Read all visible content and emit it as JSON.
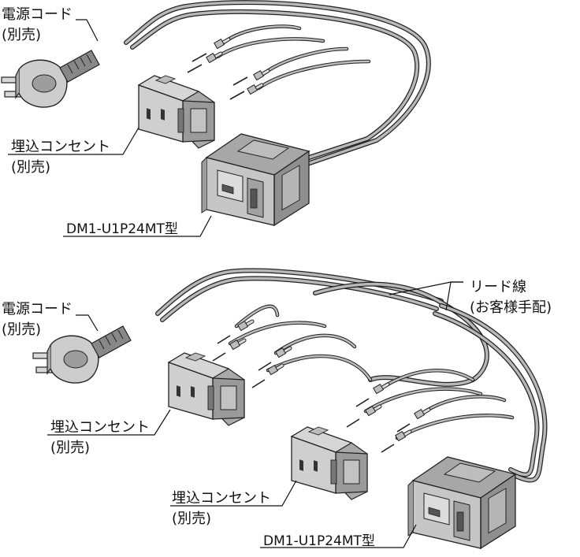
{
  "diagram_top": {
    "power_cord": {
      "line1": "電源コード",
      "line2": "(別売)"
    },
    "receptacle": {
      "line1": "埋込コンセント",
      "line2": "(別売)"
    },
    "model": {
      "label": "DM1-U1P24MT型"
    }
  },
  "diagram_bottom": {
    "power_cord": {
      "line1": "電源コード",
      "line2": "(別売)"
    },
    "lead_wire": {
      "line1": "リード線",
      "line2": "(お客様手配)"
    },
    "receptacle_a": {
      "line1": "埋込コンセント",
      "line2": "(別売)"
    },
    "receptacle_b": {
      "line1": "埋込コンセント",
      "line2": "(別売)"
    },
    "model": {
      "label": "DM1-U1P24MT型"
    }
  },
  "colors": {
    "body": "#c9c9c9",
    "body_dark": "#8e8e8e",
    "body_side": "#a9a9a9",
    "wire": "#9a9a9a",
    "ink": "#111111"
  }
}
